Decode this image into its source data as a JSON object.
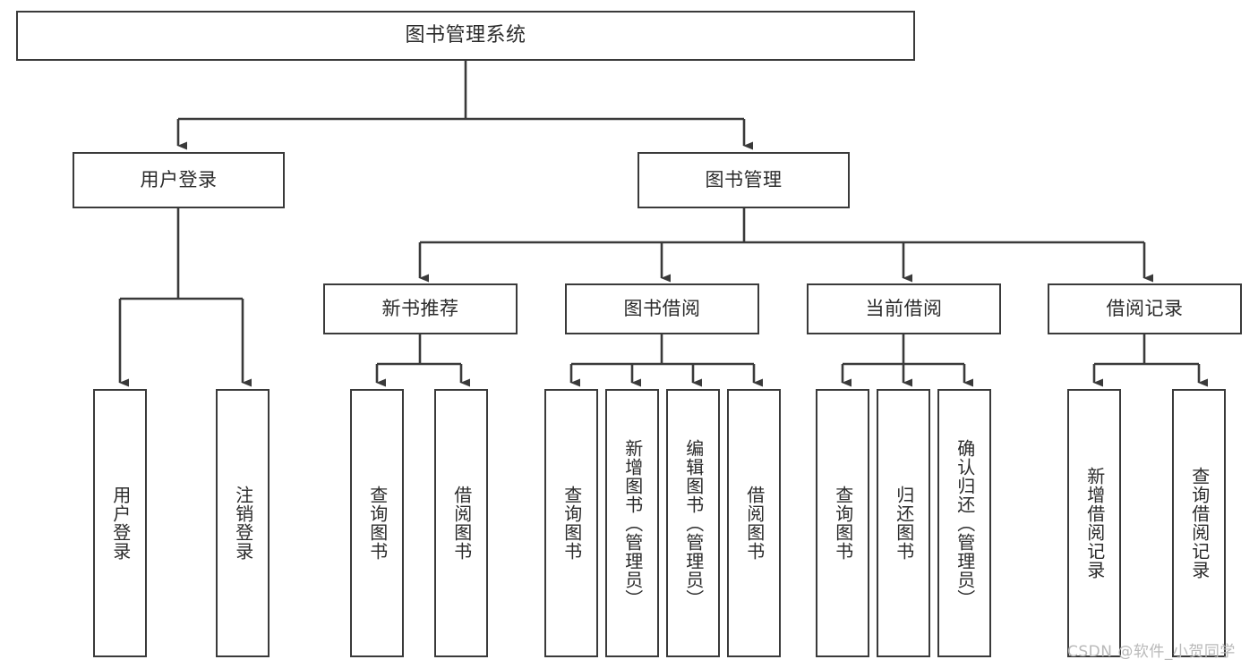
{
  "diagram": {
    "type": "tree-hierarchy-diagram",
    "title": "图书管理系统",
    "watermark": "CSDN @软件_小贺同学",
    "colors": {
      "stroke": "#3a3a3a",
      "fill": "#ffffff",
      "text": "#2b2b2b",
      "watermark": "#b9b9b9"
    },
    "nodes": {
      "root": {
        "label": "图书管理系统"
      },
      "level1": [
        {
          "label": "用户登录"
        },
        {
          "label": "图书管理"
        }
      ],
      "level2": [
        {
          "label": "新书推荐"
        },
        {
          "label": "图书借阅"
        },
        {
          "label": "当前借阅"
        },
        {
          "label": "借阅记录"
        }
      ],
      "leaves": {
        "user_login": [
          {
            "label": "用户登录"
          },
          {
            "label": "注销登录"
          }
        ],
        "new_book_recommend": [
          {
            "label": "查询图书"
          },
          {
            "label": "借阅图书"
          }
        ],
        "book_borrow": [
          {
            "label": "查询图书"
          },
          {
            "label": "新增图书（管理员）"
          },
          {
            "label": "编辑图书（管理员）"
          },
          {
            "label": "借阅图书"
          }
        ],
        "current_borrow": [
          {
            "label": "查询图书"
          },
          {
            "label": "归还图书"
          },
          {
            "label": "确认归还（管理员）"
          }
        ],
        "borrow_record": [
          {
            "label": "新增借阅记录"
          },
          {
            "label": "查询借阅记录"
          }
        ]
      }
    }
  }
}
